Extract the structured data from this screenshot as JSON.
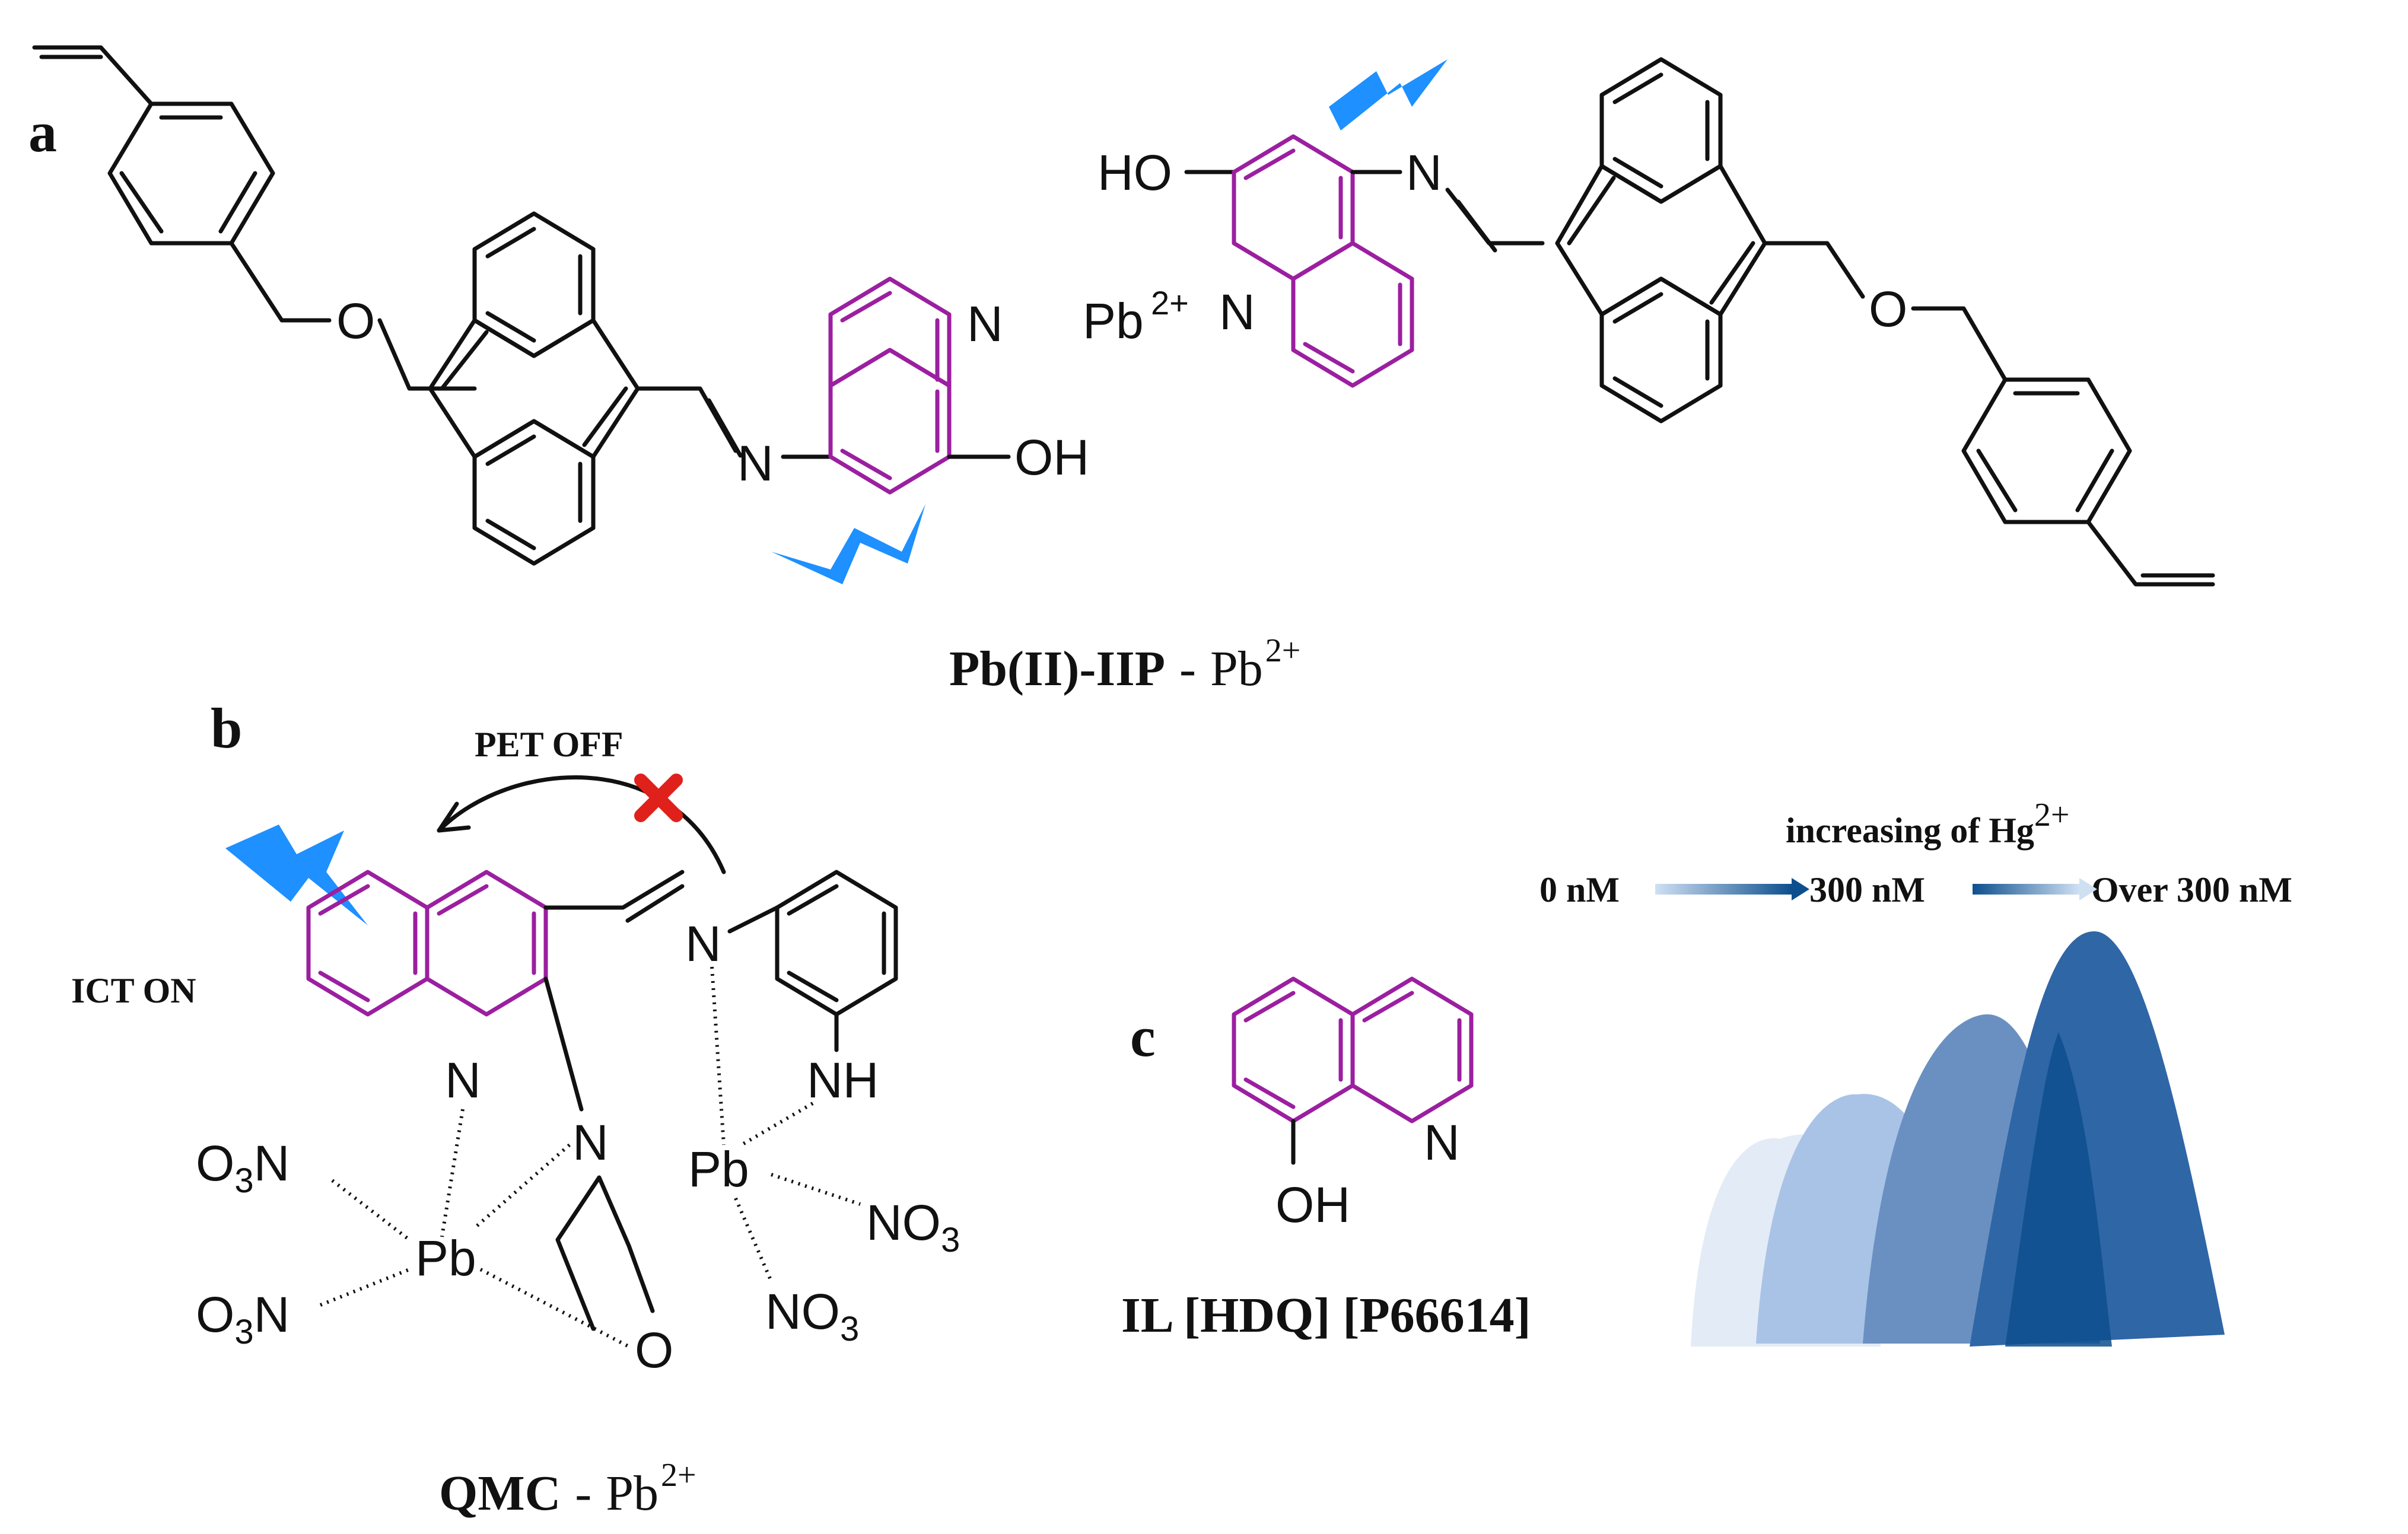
{
  "colors": {
    "ink": "#111111",
    "quinoline": "#9b1fa0",
    "lightning": "#1e90ff",
    "cross": "#e0201b",
    "peak_1": "#e3ebf6",
    "peak_2": "#a9c3e6",
    "peak_3": "#6a90c2",
    "peak_4": "#2f66a6",
    "peak_5": "#0d4f8e"
  },
  "icons": [
    "lightning-bolt-icon",
    "red-cross-icon",
    "gradient-arrow-icon"
  ],
  "panel_a": {
    "label": "a",
    "atoms": {
      "o": "O",
      "n": "N",
      "oh": "OH",
      "ho": "HO",
      "pb": "Pb",
      "charge": "2+"
    },
    "caption": {
      "bold": "Pb(II)-IIP",
      "sep": "-",
      "ion": "Pb",
      "charge": "2+"
    }
  },
  "panel_b": {
    "label": "b",
    "pet_label": "PET OFF",
    "ict_label": "ICT ON",
    "atoms": {
      "n": "N",
      "nh": "NH",
      "o": "O",
      "pb": "Pb",
      "no3": "NO",
      "no3_sub": "3",
      "o3n_sub": "3",
      "o3n_o": "O",
      "o3n_n": "N"
    },
    "caption": {
      "bold": "QMC",
      "sep": "-",
      "ion": "Pb",
      "charge": "2+"
    }
  },
  "panel_c": {
    "label": "c",
    "atoms": {
      "n": "N",
      "oh": "OH"
    },
    "caption": "IL [HDQ] [P66614]",
    "trend_label": "increasing of Hg",
    "trend_charge": "2+",
    "concentrations": [
      "0 nM",
      "300 nM",
      "Over 300 nM"
    ]
  }
}
